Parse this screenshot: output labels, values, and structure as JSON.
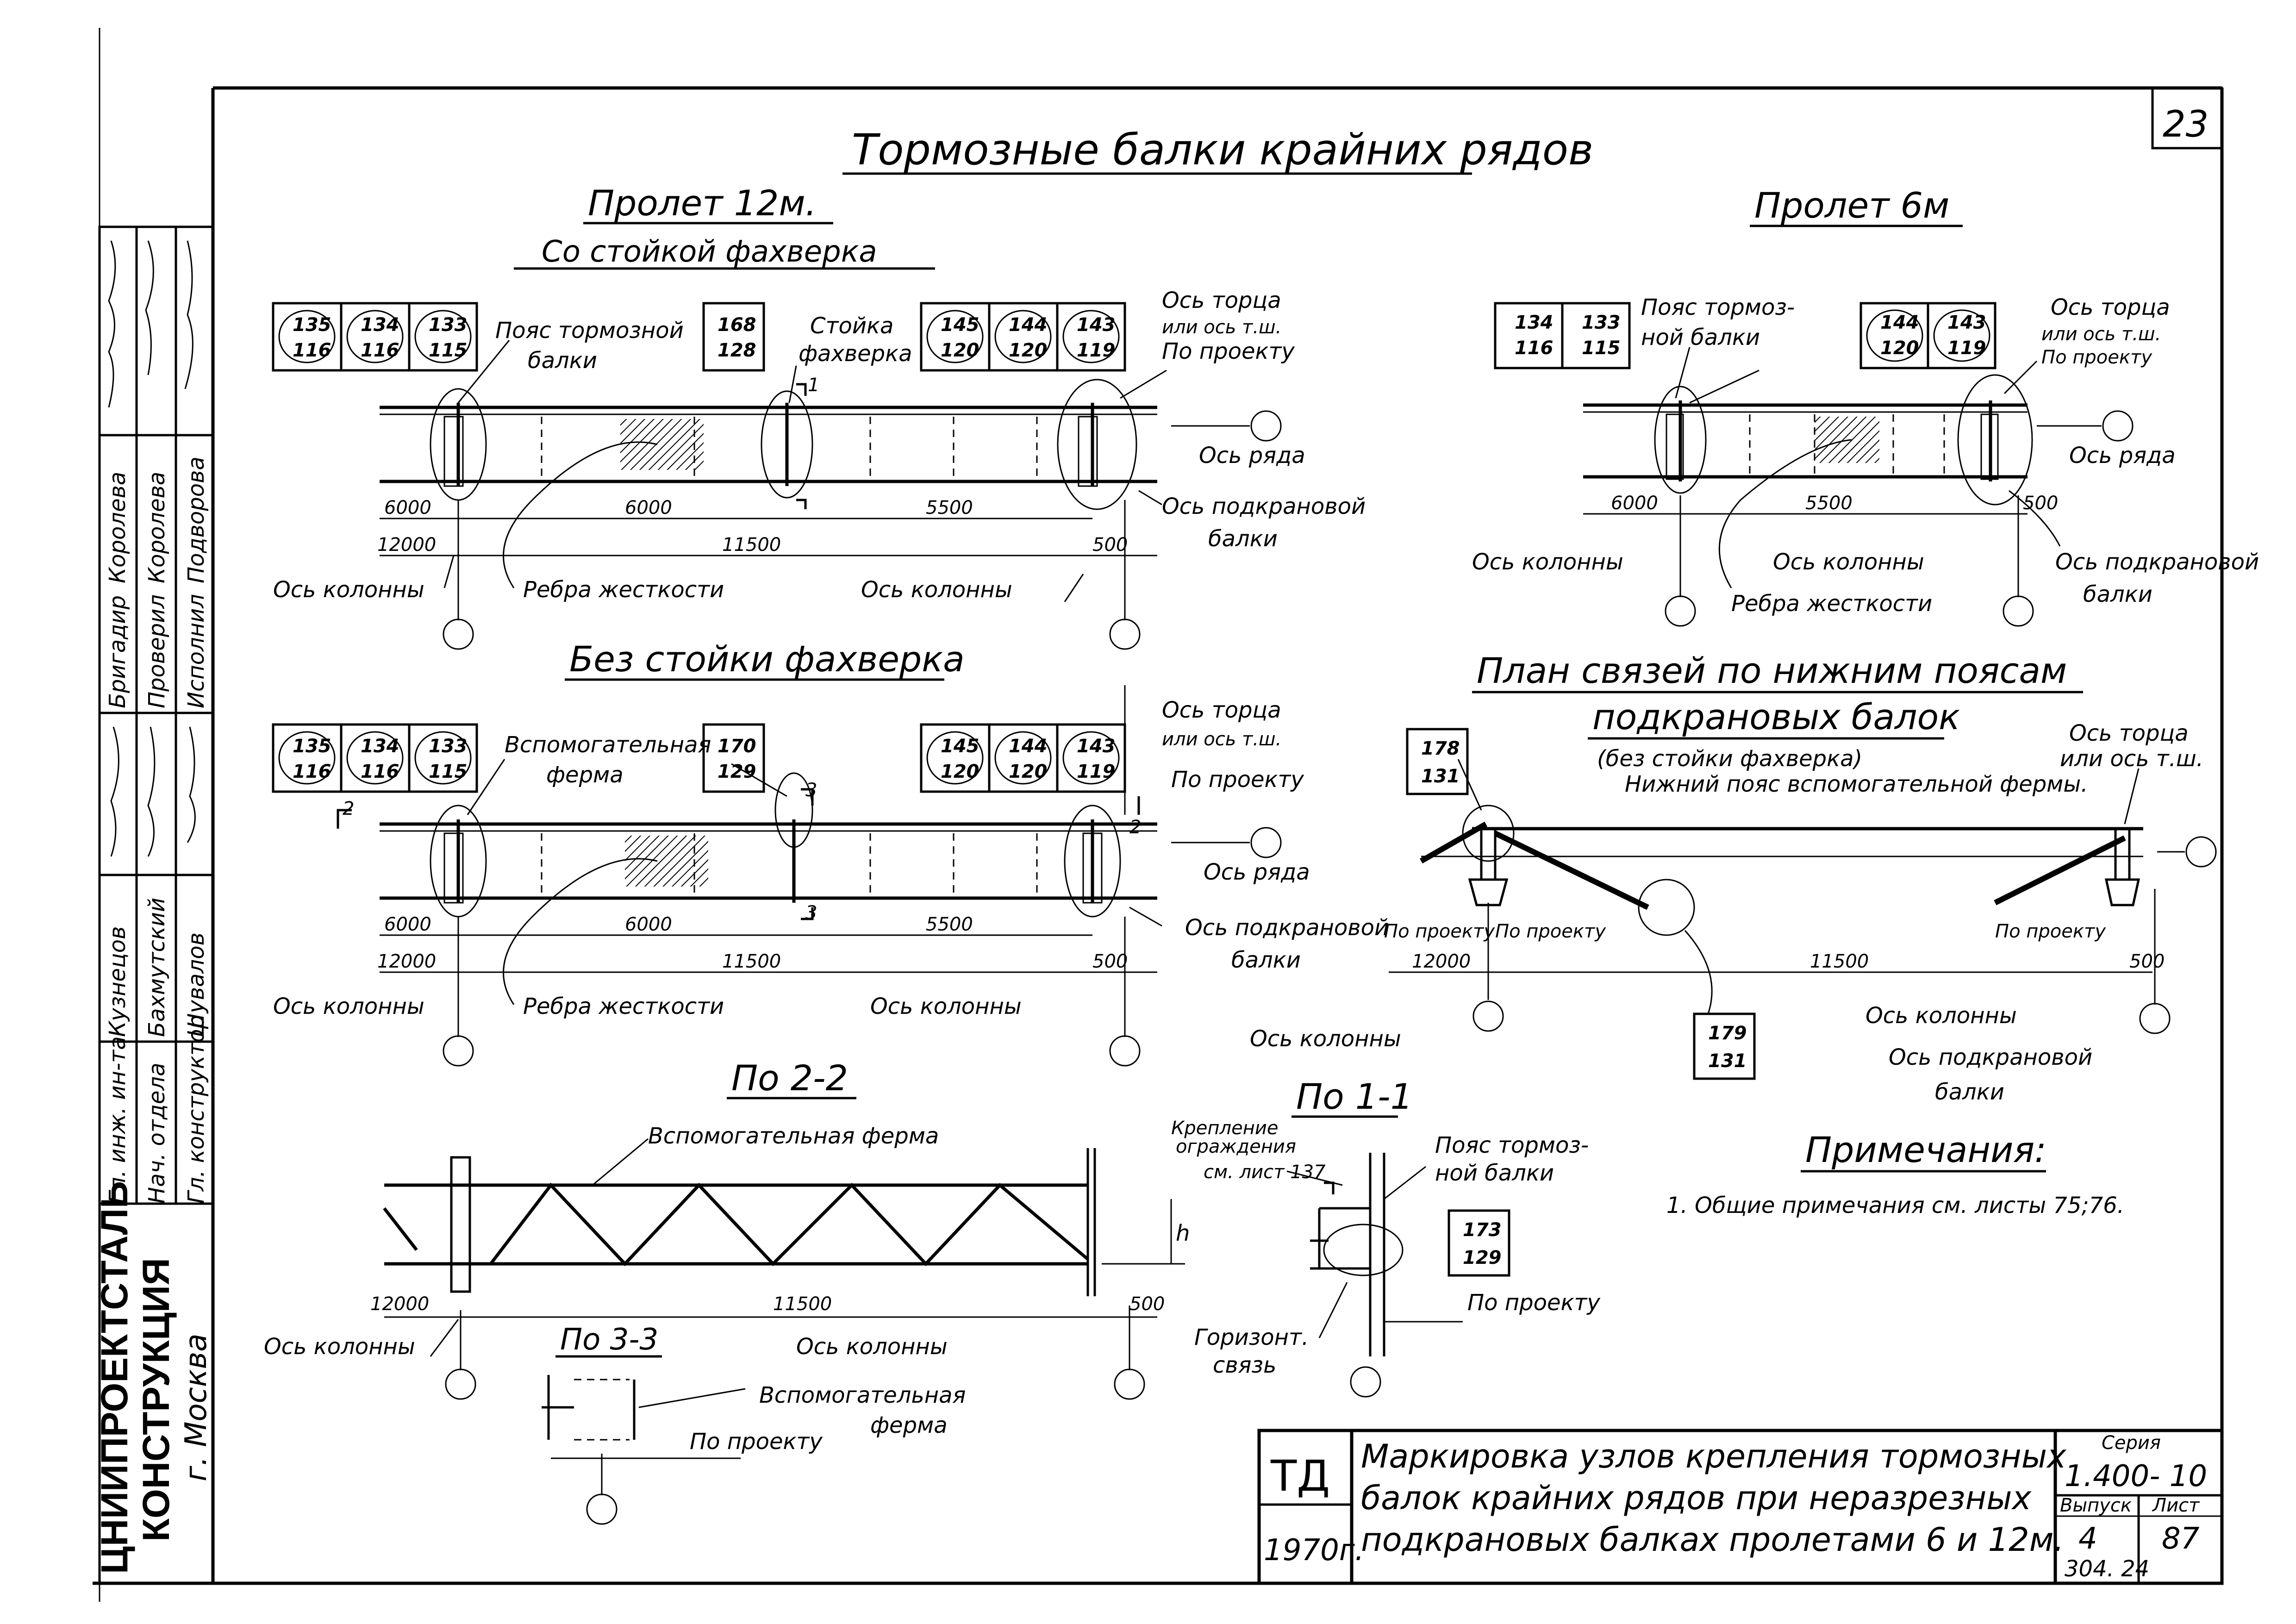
{
  "sheet_number": "23",
  "main_title": "Тормозные балки крайних рядов",
  "span12": {
    "title": "Пролет 12м.",
    "with_post": {
      "subtitle": "Со стойкой фахверка",
      "boxes_left": [
        [
          "135",
          "116"
        ],
        [
          "134",
          "116"
        ],
        [
          "133",
          "115"
        ]
      ],
      "box_mid": [
        "168",
        "128"
      ],
      "boxes_right": [
        [
          "145",
          "120"
        ],
        [
          "144",
          "120"
        ],
        [
          "143",
          "119"
        ]
      ],
      "labels": {
        "pojas": "Пояс тормозной",
        "pojas2": "балки",
        "stoyka": "Стойка",
        "stoyka2": "фахверка",
        "os_torca": "Ось торца",
        "ili_os": "или ось т.ш.",
        "po_proektu": "По проекту",
        "os_ryada": "Ось ряда",
        "os_podkran": "Ось подкрановой",
        "balki": "балки",
        "os_kolonny_l": "Ось колонны",
        "rebra": "Ребра жесткости",
        "os_kolonny_r": "Ось колонны",
        "cut_mark": "1"
      },
      "dims_top": [
        "6000",
        "6000",
        "5500"
      ],
      "dims_bot": [
        "12000",
        "11500",
        "500"
      ]
    },
    "without_post": {
      "subtitle": "Без стойки фахверка",
      "boxes_left": [
        [
          "135",
          "116"
        ],
        [
          "134",
          "116"
        ],
        [
          "133",
          "115"
        ]
      ],
      "box_mid": [
        "170",
        "129"
      ],
      "boxes_right": [
        [
          "145",
          "120"
        ],
        [
          "144",
          "120"
        ],
        [
          "143",
          "119"
        ]
      ],
      "labels": {
        "vspom": "Вспомогательная",
        "ferma": "ферма",
        "os_torca": "Ось торца",
        "ili_os": "или ось т.ш.",
        "po_proektu": "По проекту",
        "os_ryada": "Ось ряда",
        "os_podkran": "Ось подкрановой",
        "balki": "балки",
        "os_kolonny_l": "Ось колонны",
        "rebra": "Ребра жесткости",
        "os_kolonny_r": "Ось колонны",
        "cut2": "2",
        "cut3": "3"
      },
      "dims_top": [
        "6000",
        "6000",
        "5500"
      ],
      "dims_bot": [
        "12000",
        "11500",
        "500"
      ]
    }
  },
  "span6": {
    "title": "Пролет 6м",
    "boxes_left": [
      [
        "134",
        "116"
      ],
      [
        "133",
        "115"
      ]
    ],
    "boxes_right": [
      [
        "144",
        "120"
      ],
      [
        "143",
        "119"
      ]
    ],
    "labels": {
      "pojas": "Пояс тормоз-",
      "pojas2": "ной балки",
      "os_torca": "Ось торца",
      "ili_os": "или ось т.ш.",
      "po_proektu": "По проекту",
      "os_ryada": "Ось ряда",
      "os_podkran": "Ось подкрановой",
      "balki": "балки",
      "os_kolonny_l": "Ось колонны",
      "os_kolonny_m": "Ось колонны",
      "rebra": "Ребра жесткости"
    },
    "dims": [
      "6000",
      "5500",
      "500"
    ]
  },
  "plan": {
    "title1": "План связей по нижним поясам",
    "title2": "подкрановых балок",
    "note": "(без стойки фахверка)",
    "lower_chord": "Нижний пояс вспомогательной фермы.",
    "box_a": [
      "178",
      "131"
    ],
    "box_b": [
      "179",
      "131"
    ],
    "os_torca": "Ось торца",
    "ili_os": "или ось т.ш.",
    "po_proektu_1": "По проекту",
    "po_proektu_2": "По проекту",
    "po_proektu_3": "По проекту",
    "dims": [
      "12000",
      "11500",
      "500"
    ],
    "os_kolonny_l": "Ось колонны",
    "os_kolonny_r": "Ось колонны",
    "os_podkran": "Ось подкрановой",
    "balki": "балки"
  },
  "section22": {
    "title": "По 2-2",
    "ferma": "Вспомогательная ферма",
    "dims": [
      "12000",
      "11500",
      "500"
    ],
    "h": "h",
    "os_kolonny_l": "Ось колонны",
    "os_kolonny_r": "Ось колонны"
  },
  "section11": {
    "title": "По 1-1",
    "kreplenie1": "Крепление",
    "kreplenie2": "ограждения",
    "kreplenie3": "см. лист 137",
    "pojas1": "Пояс тормоз-",
    "pojas2": "ной балки",
    "box": [
      "173",
      "129"
    ],
    "po_proektu": "По проекту",
    "gorizont": "Горизонт.",
    "svyaz": "связь"
  },
  "section33": {
    "title": "По 3-3",
    "vspom1": "Вспомогательная",
    "vspom2": "ферма",
    "po_proektu": "По проекту"
  },
  "notes": {
    "title": "Примечания:",
    "items": [
      "1. Общие примечания см. листы 75;76."
    ]
  },
  "title_block": {
    "td": "ТД",
    "year": "1970г.",
    "line1": "Маркировка узлов крепления тормозных",
    "line2": "балок крайних рядов при неразрезных",
    "line3": "подкрановых балках пролетами 6 и 12м.",
    "seria_label": "Серия",
    "seria_value": "1.400- 10",
    "vypusk_label": "Выпуск",
    "vypusk_value": "4",
    "list_label": "Лист",
    "list_value": "87",
    "extra": "304.   24"
  },
  "stamp": {
    "org1": "ЦНИИПРОЕКТСТАЛЬ",
    "org2": "КОНСТРУКЦИЯ",
    "city": "г. Москва",
    "roles": [
      "Гл. инж. ин-та",
      "Нач. отдела",
      "Гл. конструктор",
      "Бригадир",
      "Проверил",
      "Исполнил"
    ],
    "names": [
      "Кузнецов",
      "Бахмутский",
      "Шувалов",
      "Королева",
      "Королева",
      "Подворова"
    ]
  }
}
